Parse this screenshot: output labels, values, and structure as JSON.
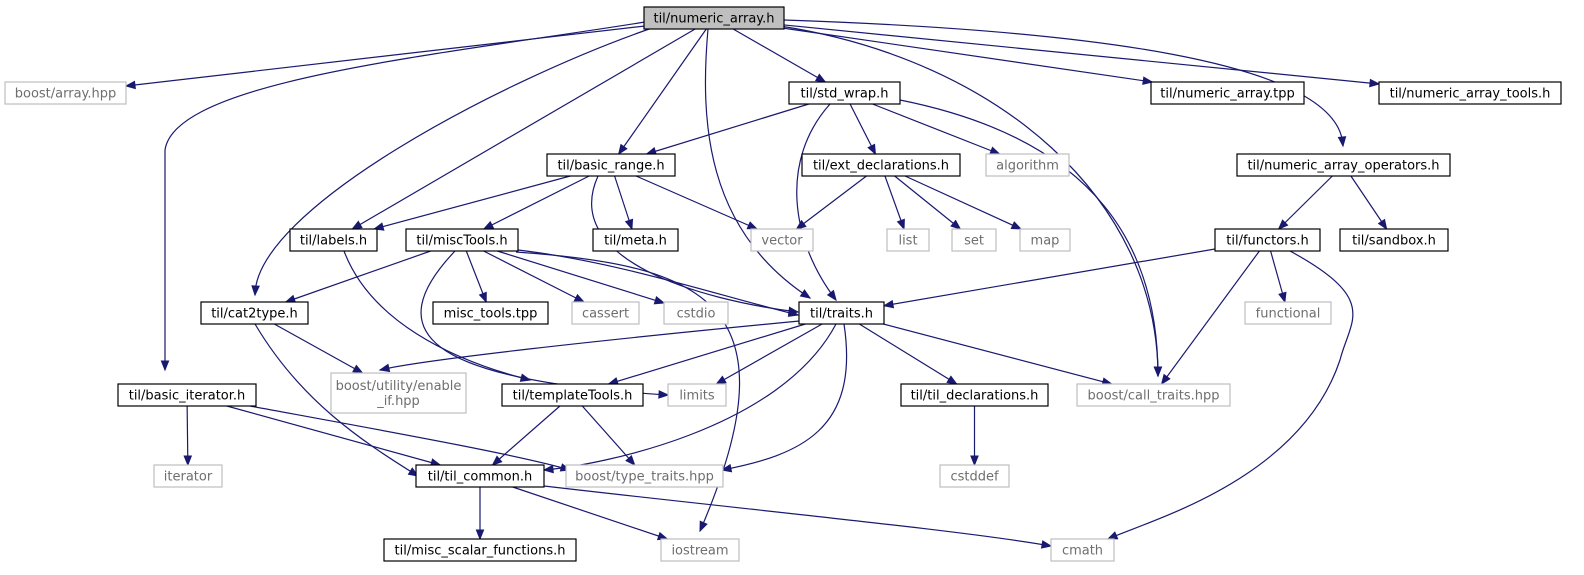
{
  "diagram": {
    "nodes": [
      {
        "id": "numeric_array_h",
        "label": "til/numeric_array.h",
        "kind": "root"
      },
      {
        "id": "boost_array_hpp",
        "label": "boost/array.hpp",
        "kind": "external"
      },
      {
        "id": "basic_iterator_h",
        "label": "til/basic_iterator.h",
        "kind": "local"
      },
      {
        "id": "iterator",
        "label": "iterator",
        "kind": "external"
      },
      {
        "id": "til_common_h",
        "label": "til/til_common.h",
        "kind": "local"
      },
      {
        "id": "misc_scalar_functions_h",
        "label": "til/misc_scalar_functions.h",
        "kind": "local"
      },
      {
        "id": "iostream",
        "label": "iostream",
        "kind": "external"
      },
      {
        "id": "cmath",
        "label": "cmath",
        "kind": "external"
      },
      {
        "id": "boost_type_traits_hpp",
        "label": "boost/type_traits.hpp",
        "kind": "external"
      },
      {
        "id": "cat2type_h",
        "label": "til/cat2type.h",
        "kind": "local"
      },
      {
        "id": "boost_enable_if_hpp",
        "label": "boost/utility/enable\n_if.hpp",
        "kind": "external"
      },
      {
        "id": "labels_h",
        "label": "til/labels.h",
        "kind": "local"
      },
      {
        "id": "templateTools_h",
        "label": "til/templateTools.h",
        "kind": "local"
      },
      {
        "id": "basic_range_h",
        "label": "til/basic_range.h",
        "kind": "local"
      },
      {
        "id": "miscTools_h",
        "label": "til/miscTools.h",
        "kind": "local"
      },
      {
        "id": "misc_tools_tpp",
        "label": "misc_tools.tpp",
        "kind": "local"
      },
      {
        "id": "cassert",
        "label": "cassert",
        "kind": "external"
      },
      {
        "id": "cstdio",
        "label": "cstdio",
        "kind": "external"
      },
      {
        "id": "limits",
        "label": "limits",
        "kind": "external"
      },
      {
        "id": "traits_h",
        "label": "til/traits.h",
        "kind": "local"
      },
      {
        "id": "boost_call_traits_hpp",
        "label": "boost/call_traits.hpp",
        "kind": "external"
      },
      {
        "id": "til_declarations_h",
        "label": "til/til_declarations.h",
        "kind": "local"
      },
      {
        "id": "cstddef",
        "label": "cstddef",
        "kind": "external"
      },
      {
        "id": "meta_h",
        "label": "til/meta.h",
        "kind": "local"
      },
      {
        "id": "vector",
        "label": "vector",
        "kind": "external"
      },
      {
        "id": "std_wrap_h",
        "label": "til/std_wrap.h",
        "kind": "local"
      },
      {
        "id": "ext_declarations_h",
        "label": "til/ext_declarations.h",
        "kind": "local"
      },
      {
        "id": "algorithm",
        "label": "algorithm",
        "kind": "external"
      },
      {
        "id": "list",
        "label": "list",
        "kind": "external"
      },
      {
        "id": "set",
        "label": "set",
        "kind": "external"
      },
      {
        "id": "map",
        "label": "map",
        "kind": "external"
      },
      {
        "id": "numeric_array_tpp",
        "label": "til/numeric_array.tpp",
        "kind": "local"
      },
      {
        "id": "numeric_array_tools_h",
        "label": "til/numeric_array_tools.h",
        "kind": "local"
      },
      {
        "id": "numeric_array_operators_h",
        "label": "til/numeric_array_operators.h",
        "kind": "local"
      },
      {
        "id": "functors_h",
        "label": "til/functors.h",
        "kind": "local"
      },
      {
        "id": "functional",
        "label": "functional",
        "kind": "external"
      },
      {
        "id": "sandbox_h",
        "label": "til/sandbox.h",
        "kind": "local"
      }
    ],
    "edges": [
      {
        "from": "numeric_array_h",
        "to": "boost_array_hpp"
      },
      {
        "from": "numeric_array_h",
        "to": "basic_iterator_h"
      },
      {
        "from": "numeric_array_h",
        "to": "cat2type_h"
      },
      {
        "from": "numeric_array_h",
        "to": "labels_h"
      },
      {
        "from": "numeric_array_h",
        "to": "basic_range_h"
      },
      {
        "from": "numeric_array_h",
        "to": "traits_h"
      },
      {
        "from": "numeric_array_h",
        "to": "std_wrap_h"
      },
      {
        "from": "numeric_array_h",
        "to": "boost_call_traits_hpp"
      },
      {
        "from": "numeric_array_h",
        "to": "numeric_array_tpp"
      },
      {
        "from": "numeric_array_h",
        "to": "numeric_array_tools_h"
      },
      {
        "from": "numeric_array_h",
        "to": "numeric_array_operators_h"
      },
      {
        "from": "basic_iterator_h",
        "to": "iterator"
      },
      {
        "from": "basic_iterator_h",
        "to": "til_common_h"
      },
      {
        "from": "basic_iterator_h",
        "to": "boost_type_traits_hpp"
      },
      {
        "from": "til_common_h",
        "to": "misc_scalar_functions_h"
      },
      {
        "from": "til_common_h",
        "to": "iostream"
      },
      {
        "from": "til_common_h",
        "to": "cmath"
      },
      {
        "from": "cat2type_h",
        "to": "boost_enable_if_hpp"
      },
      {
        "from": "cat2type_h",
        "to": "til_common_h"
      },
      {
        "from": "labels_h",
        "to": "templateTools_h"
      },
      {
        "from": "templateTools_h",
        "to": "til_common_h"
      },
      {
        "from": "templateTools_h",
        "to": "boost_type_traits_hpp"
      },
      {
        "from": "basic_range_h",
        "to": "labels_h"
      },
      {
        "from": "basic_range_h",
        "to": "miscTools_h"
      },
      {
        "from": "basic_range_h",
        "to": "meta_h"
      },
      {
        "from": "basic_range_h",
        "to": "vector"
      },
      {
        "from": "basic_range_h",
        "to": "traits_h"
      },
      {
        "from": "miscTools_h",
        "to": "cat2type_h"
      },
      {
        "from": "miscTools_h",
        "to": "misc_tools_tpp"
      },
      {
        "from": "miscTools_h",
        "to": "cassert"
      },
      {
        "from": "miscTools_h",
        "to": "cstdio"
      },
      {
        "from": "miscTools_h",
        "to": "traits_h"
      },
      {
        "from": "miscTools_h",
        "to": "iostream"
      },
      {
        "from": "miscTools_h",
        "to": "limits"
      },
      {
        "from": "traits_h",
        "to": "boost_enable_if_hpp"
      },
      {
        "from": "traits_h",
        "to": "templateTools_h"
      },
      {
        "from": "traits_h",
        "to": "limits"
      },
      {
        "from": "traits_h",
        "to": "til_common_h"
      },
      {
        "from": "traits_h",
        "to": "boost_type_traits_hpp"
      },
      {
        "from": "traits_h",
        "to": "til_declarations_h"
      },
      {
        "from": "traits_h",
        "to": "boost_call_traits_hpp"
      },
      {
        "from": "til_declarations_h",
        "to": "cstddef"
      },
      {
        "from": "std_wrap_h",
        "to": "basic_range_h"
      },
      {
        "from": "std_wrap_h",
        "to": "ext_declarations_h"
      },
      {
        "from": "std_wrap_h",
        "to": "algorithm"
      },
      {
        "from": "std_wrap_h",
        "to": "traits_h"
      },
      {
        "from": "std_wrap_h",
        "to": "boost_call_traits_hpp"
      },
      {
        "from": "ext_declarations_h",
        "to": "vector"
      },
      {
        "from": "ext_declarations_h",
        "to": "list"
      },
      {
        "from": "ext_declarations_h",
        "to": "set"
      },
      {
        "from": "ext_declarations_h",
        "to": "map"
      },
      {
        "from": "numeric_array_operators_h",
        "to": "functors_h"
      },
      {
        "from": "numeric_array_operators_h",
        "to": "sandbox_h"
      },
      {
        "from": "functors_h",
        "to": "traits_h"
      },
      {
        "from": "functors_h",
        "to": "functional"
      },
      {
        "from": "functors_h",
        "to": "boost_call_traits_hpp"
      },
      {
        "from": "functors_h",
        "to": "cmath"
      }
    ]
  }
}
